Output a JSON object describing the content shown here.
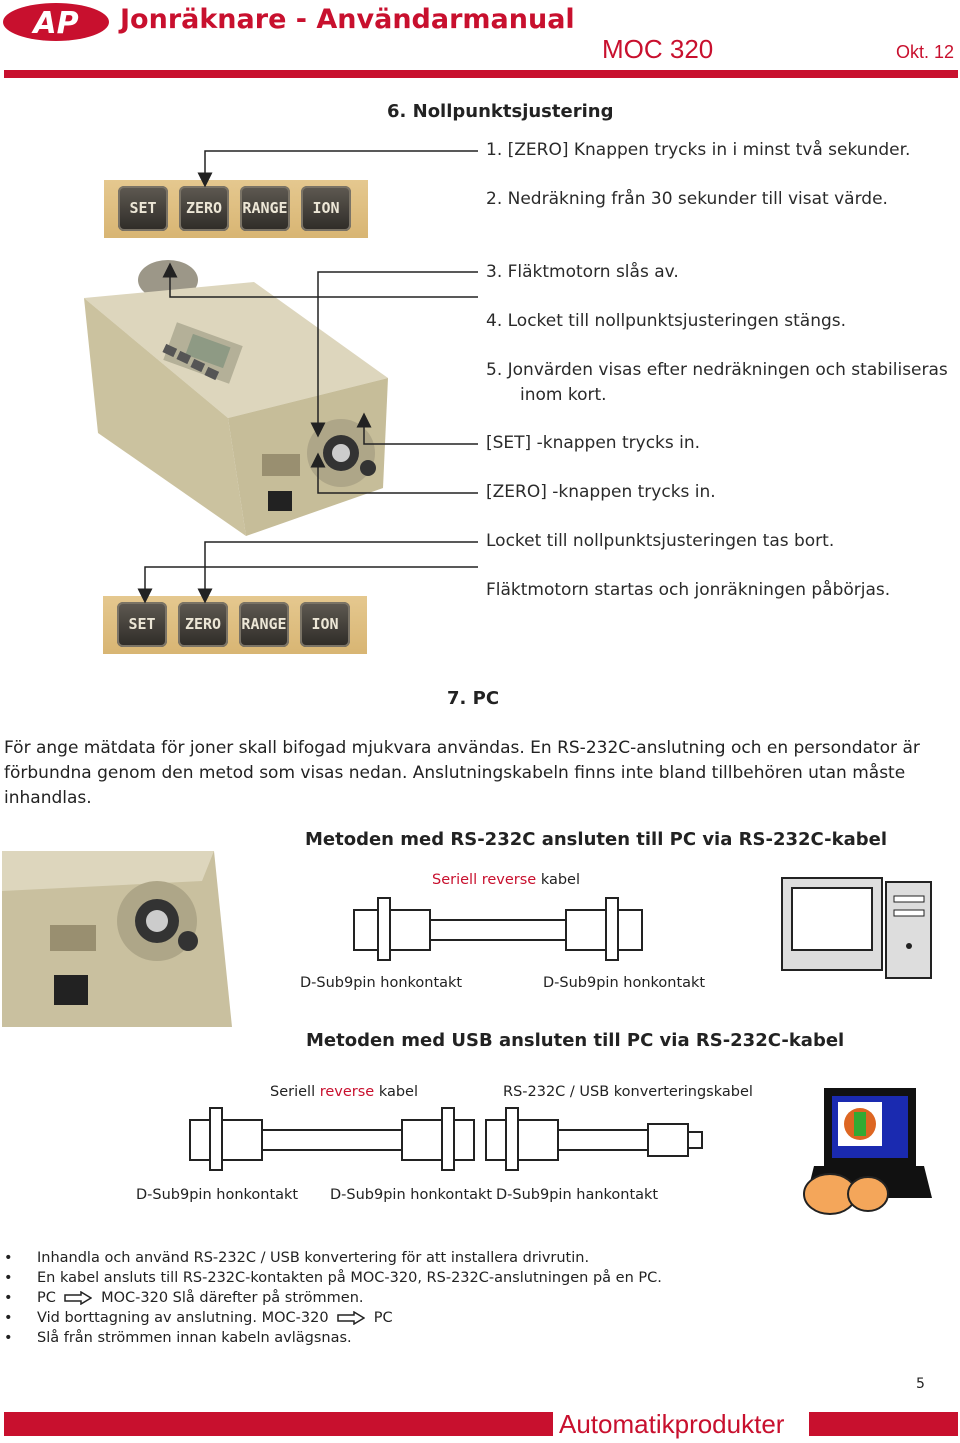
{
  "header": {
    "logo_text": "AP",
    "title": "Jonräknare - Användarmanual",
    "model": "MOC 320",
    "date": "Okt. 12"
  },
  "section6": {
    "heading": "6. Nollpunktsjustering",
    "steps": [
      "1.   [ZERO] Knappen trycks in i minst två sekunder.",
      "2.   Nedräkning från 30 sekunder till visat värde.",
      "3.   Fläktmotorn slås av.",
      "4.   Locket till nollpunktsjusteringen stängs.",
      "5.   Jonvärden visas efter nedräkningen och stabiliseras",
      "inom kort.",
      "[SET] -knappen trycks in.",
      "[ZERO] -knappen trycks in.",
      "Locket till nollpunktsjusteringen tas bort.",
      "Fläktmotorn startas och jonräkningen påbörjas."
    ],
    "panel_buttons": [
      "SET",
      "ZERO",
      "RANGE",
      "ION"
    ]
  },
  "section7": {
    "heading": "7. PC",
    "paragraph": "För ange mätdata för joner skall bifogad mjukvara användas. En RS-232C-anslutning och en persondator är förbundna genom den metod som visas nedan. Anslutningskabeln finns inte bland  tillbehören utan måste inhandlas."
  },
  "diagram1": {
    "title": "Metoden med RS-232C ansluten till PC via RS-232C-kabel",
    "cable_label_a": "Seriell",
    "cable_label_b": "reverse",
    "cable_label_c": "kabel",
    "left_connector": "D-Sub9pin honkontakt",
    "right_connector": "D-Sub9pin honkontakt"
  },
  "diagram2": {
    "title": "Metoden med USB ansluten till PC via RS-232C-kabel",
    "cable_label_a": "Seriell",
    "cable_label_b": "reverse",
    "cable_label_c": "kabel",
    "converter_label": "RS-232C / USB konverteringskabel",
    "connector1": "D-Sub9pin honkontakt",
    "connector2": "D-Sub9pin honkontakt",
    "connector3": "D-Sub9pin hankontakt"
  },
  "bullets": [
    {
      "text": "Inhandla och använd RS-232C / USB konvertering för att installera drivrutin."
    },
    {
      "text": "En kabel ansluts till RS-232C-kontakten på MOC-320, RS-232C-anslutningen på en PC."
    },
    {
      "pre": "PC",
      "post": "MOC-320 Slå därefter på strömmen."
    },
    {
      "pre": "Vid borttagning av anslutning. MOC-320",
      "post": "PC"
    },
    {
      "text": "Slå från strömmen innan kabeln avlägsnas."
    }
  ],
  "footer": {
    "page_number": "5",
    "company": "Automatikprodukter"
  },
  "colors": {
    "accent": "#c8102e"
  }
}
